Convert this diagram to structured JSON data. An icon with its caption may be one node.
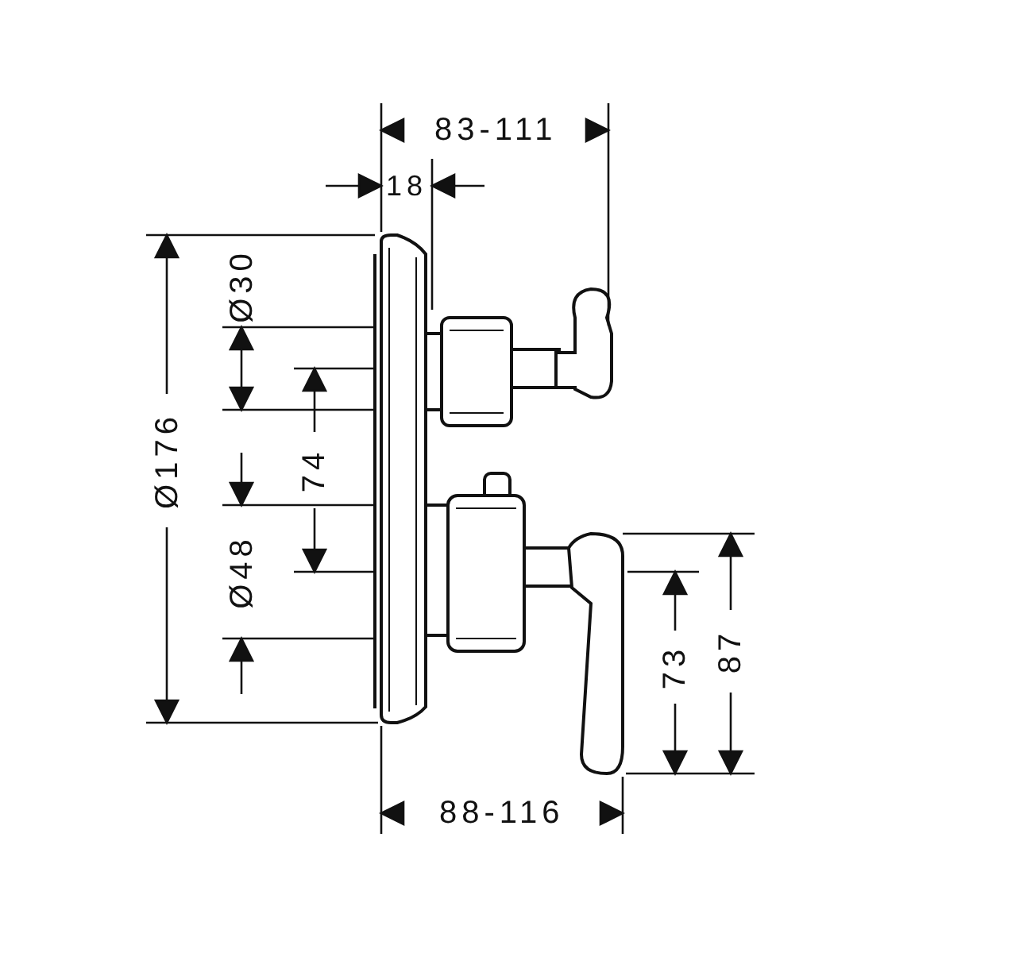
{
  "diagram": {
    "labels": [
      "83-111",
      "18",
      "Ø30",
      "Ø176",
      "74",
      "Ø48",
      "73",
      "87",
      "88-116"
    ]
  }
}
